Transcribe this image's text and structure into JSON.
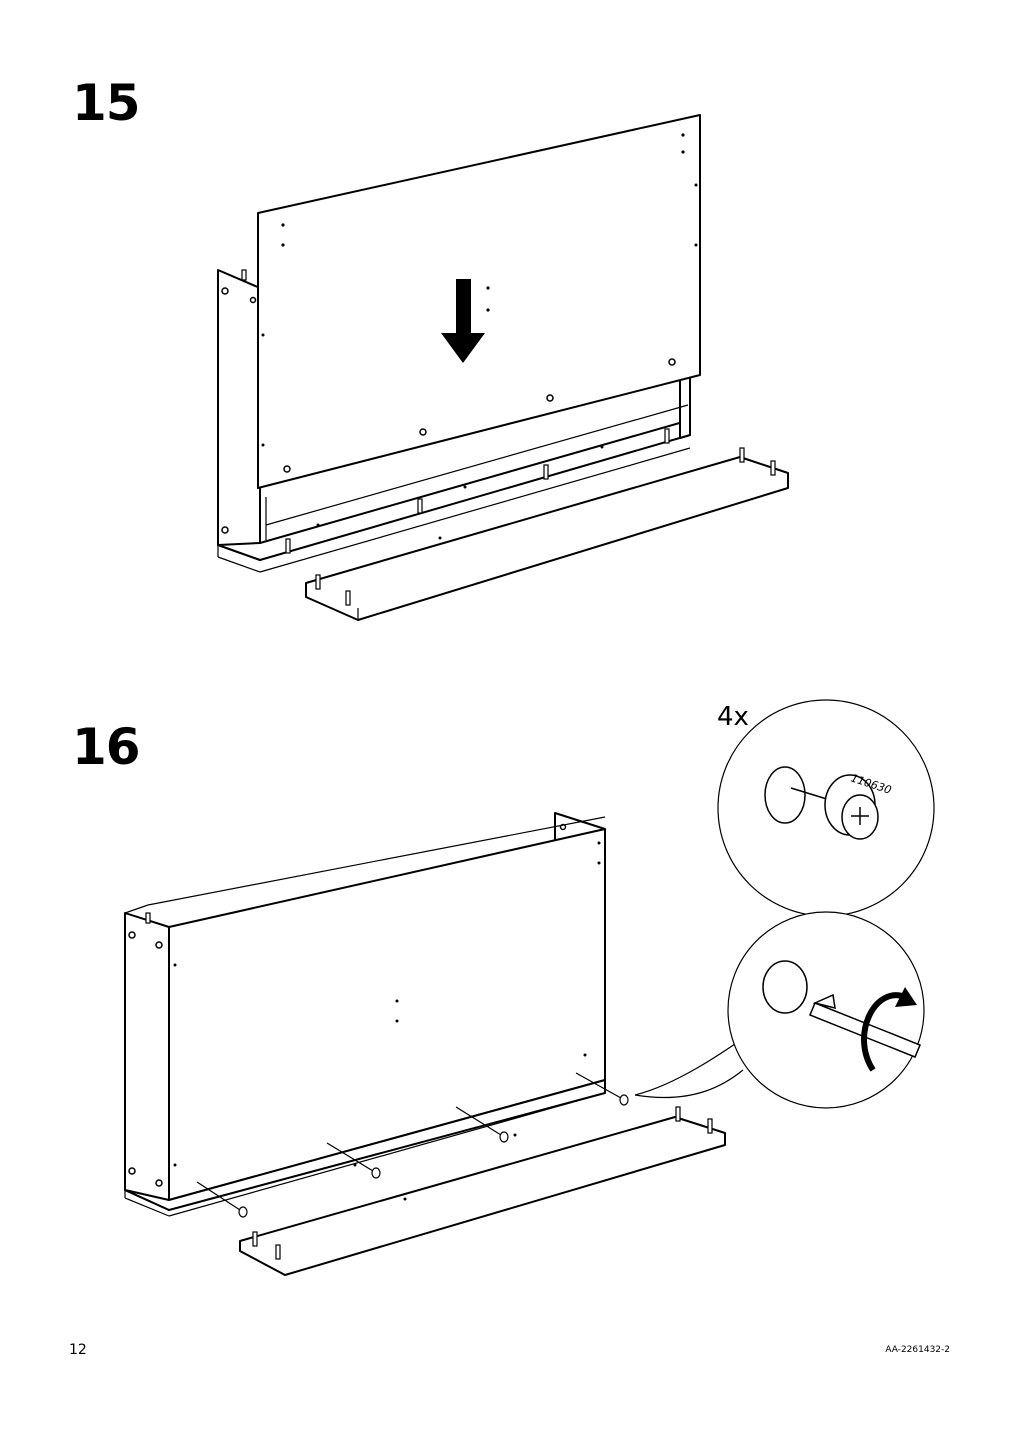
{
  "steps": [
    {
      "number": "15"
    },
    {
      "number": "16",
      "quantity": "4x",
      "part_number": "110630"
    }
  ],
  "footer": {
    "page_number": "12",
    "document_code": "AA-2261432-2"
  }
}
